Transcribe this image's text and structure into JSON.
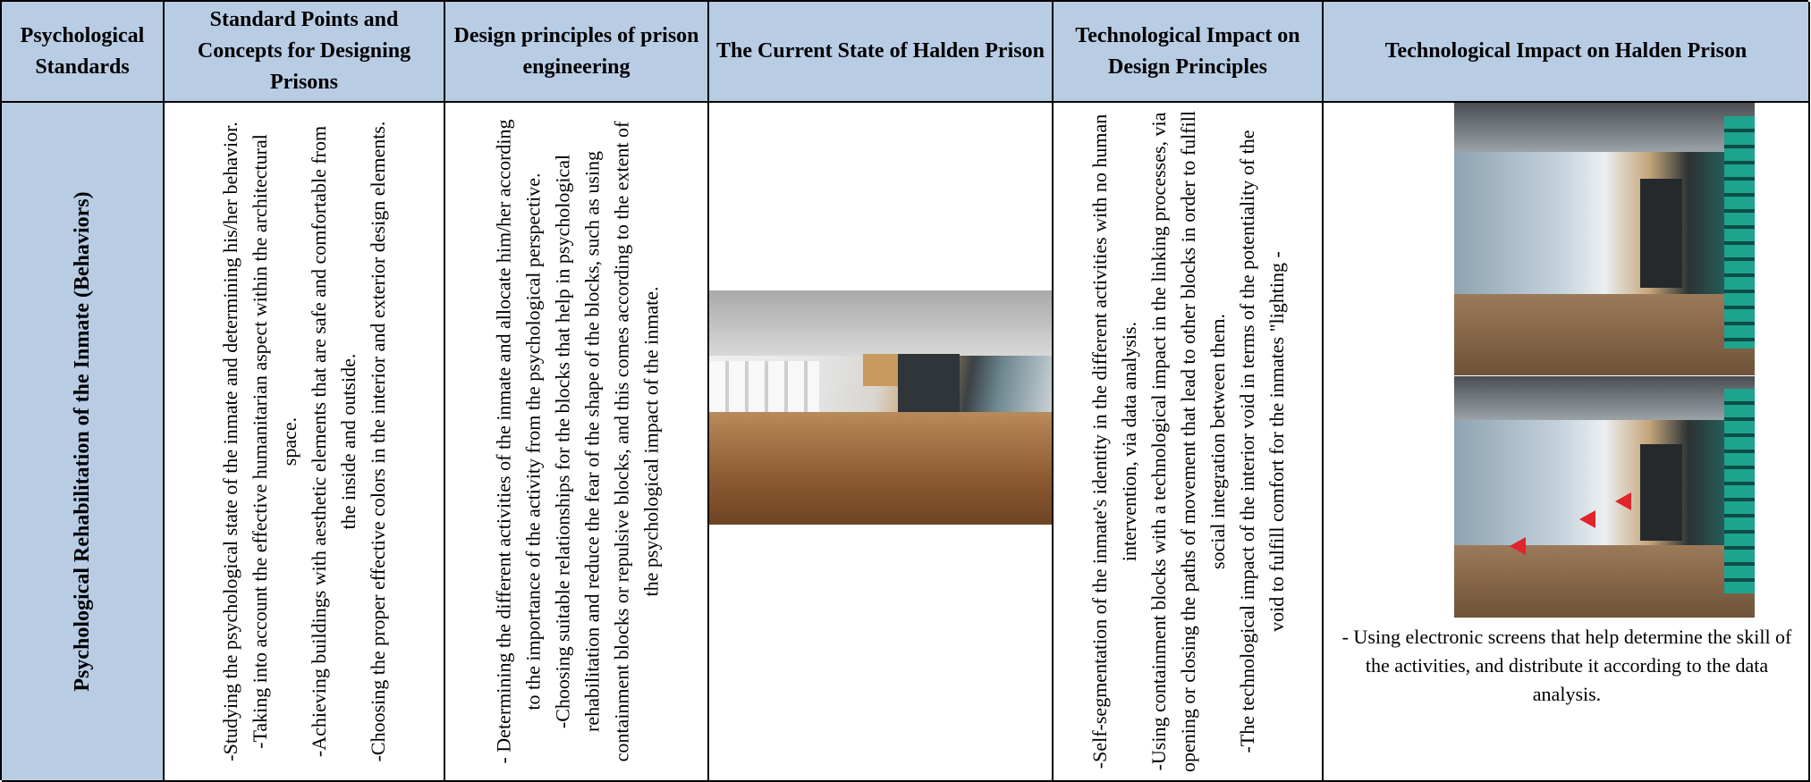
{
  "headers": [
    "Psychological Standards",
    "Standard Points and Concepts for Designing Prisons",
    "Design principles of prison engineering",
    "The Current State of Halden Prison",
    "Technological Impact on Design Principles",
    "Technological Impact on Halden Prison"
  ],
  "row": {
    "category": "Psychological Rehabilitation of the Inmate (Behaviors)",
    "standard_points": [
      "-Studying the psychological state of the inmate and determining his/her behavior.",
      "-Taking into account the effective humanitarian aspect within the architectural space.",
      "-Achieving buildings with aesthetic elements that are safe and comfortable from the inside and outside.",
      "-Choosing the proper effective colors in the interior and exterior design elements."
    ],
    "design_principles": [
      "- Determining the different activities of the inmate and allocate him/her according to the importance of the activity from the psychological perspective.",
      "-Choosing suitable relationships for the blocks that help in psychological rehabilitation and reduce the fear of the shape of the blocks, such as using containment blocks or repulsive blocks, and this comes according to the extent of the psychological impact of the inmate."
    ],
    "tech_impact_principles": [
      "-Self-segmentation of the inmate's identity in the different activities with no human intervention, via data analysis.",
      "-Using containment blocks with a technological impact in the linking processes, via opening or closing the paths of movement that lead to other blocks in order to fulfill social integration between them.",
      "-The technological impact of the interior void in terms of the potentiality of the void to fulfill comfort for the inmates \"lighting -"
    ],
    "tech_impact_halden_caption": "- Using electronic screens that help determine the skill of the activities, and distribute it according to the data analysis."
  }
}
